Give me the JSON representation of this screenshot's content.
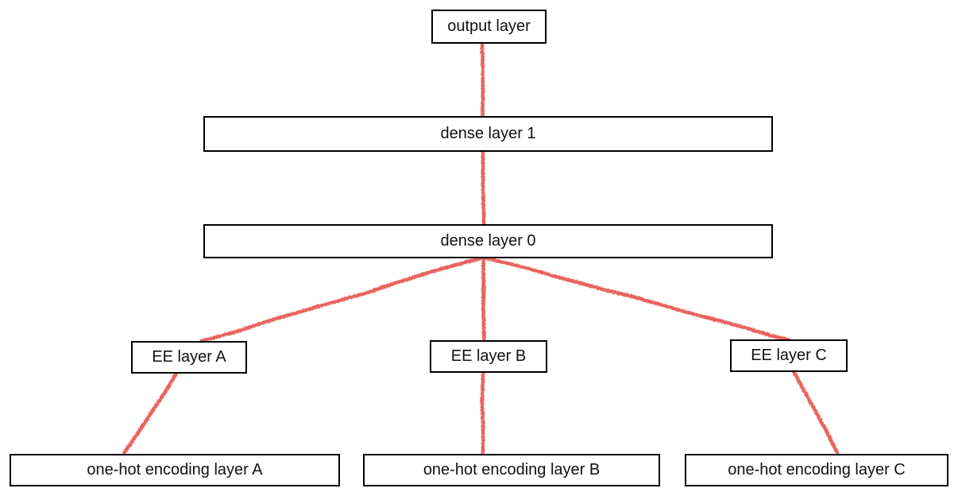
{
  "diagram": {
    "type": "network-architecture",
    "nodes": {
      "output": {
        "label": "output layer"
      },
      "dense1": {
        "label": "dense layer 1"
      },
      "dense0": {
        "label": "dense layer 0"
      },
      "ee_a": {
        "label": "EE layer A"
      },
      "ee_b": {
        "label": "EE layer B"
      },
      "ee_c": {
        "label": "EE layer C"
      },
      "onehot_a": {
        "label": "one-hot encoding layer A"
      },
      "onehot_b": {
        "label": "one-hot encoding layer B"
      },
      "onehot_c": {
        "label": "one-hot encoding layer C"
      }
    },
    "edges": [
      {
        "from": "dense layer 1",
        "to": "output layer"
      },
      {
        "from": "dense layer 0",
        "to": "dense layer 1"
      },
      {
        "from": "EE layer A",
        "to": "dense layer 0"
      },
      {
        "from": "EE layer B",
        "to": "dense layer 0"
      },
      {
        "from": "EE layer C",
        "to": "dense layer 0"
      },
      {
        "from": "one-hot encoding layer A",
        "to": "EE layer A"
      },
      {
        "from": "one-hot encoding layer B",
        "to": "EE layer B"
      },
      {
        "from": "one-hot encoding layer C",
        "to": "EE layer C"
      }
    ],
    "style": {
      "edge_color": "#e8635d",
      "box_border_color": "#000000",
      "box_fill": "#ffffff",
      "text_color": "#111111",
      "background": "#ffffff"
    }
  }
}
